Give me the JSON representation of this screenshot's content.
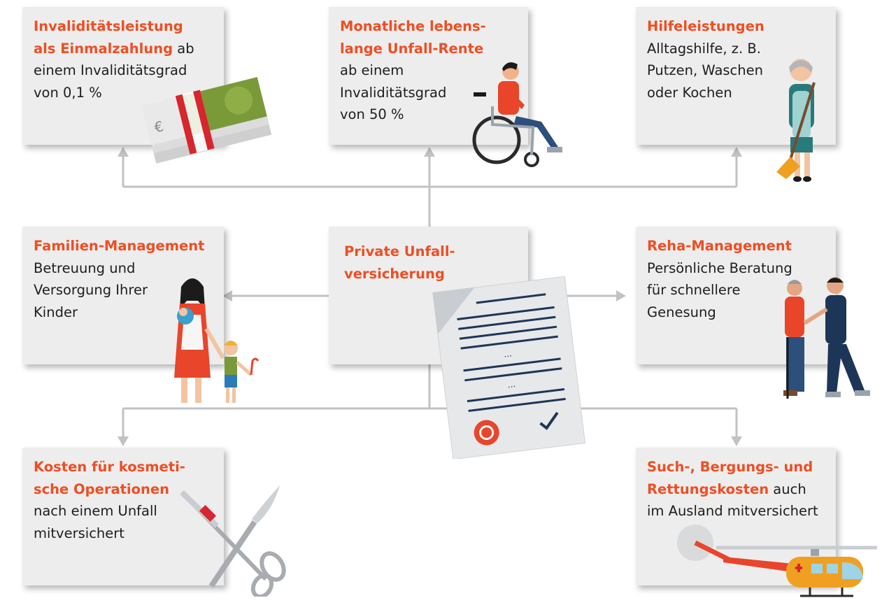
{
  "boxes": {
    "invaliditaet": {
      "highlight": [
        "Invaliditätsleistung",
        "als Einmalzahlung"
      ],
      "text": [
        " ab",
        "einem Invaliditätsgrad",
        "von 0,1 %"
      ]
    },
    "rente": {
      "highlight": [
        "Monatliche lebens-",
        "lange Unfall-Rente"
      ],
      "text": [
        "ab einem",
        "Invaliditätsgrad",
        "von 50 %"
      ]
    },
    "hilfe": {
      "highlight": [
        "Hilfeleistungen"
      ],
      "text": [
        "Alltagshilfe, z. B.",
        "Putzen, Waschen",
        "oder Kochen"
      ]
    },
    "familie": {
      "highlight": [
        "Familien-Management"
      ],
      "text": [
        "Betreuung und",
        "Versorgung Ihrer",
        "Kinder"
      ]
    },
    "center": {
      "highlight": [
        "Private Unfall-",
        "versicherung"
      ]
    },
    "reha": {
      "highlight": [
        "Reha-Management"
      ],
      "text": [
        "Persönliche Beratung",
        "für schnellere",
        "Genesung"
      ]
    },
    "kosmetik": {
      "highlight": [
        "Kosten für kosmeti-",
        "sche Operationen"
      ],
      "text": [
        "nach einem Unfall",
        "mitversichert"
      ]
    },
    "suche": {
      "highlight": [
        "Such-, Bergungs- und",
        "Rettungskosten"
      ],
      "text": [
        " auch",
        "im Ausland mitversichert"
      ]
    }
  },
  "icons": {
    "money": "money-bundle-euro-icon",
    "wheelchair": "wheelchair-person-icon",
    "helper": "elderly-helper-broom-icon",
    "family": "mother-children-icon",
    "document": "insurance-contract-document-icon",
    "rehab": "rehab-walking-assistance-icon",
    "scissors": "scissors-scalpel-icon",
    "helicopter": "rescue-helicopter-icon"
  },
  "currency_symbol": "€",
  "colors": {
    "accent": "#ef4e23",
    "box": "#ededed",
    "connector": "#bdbdbd",
    "text": "#1d1d1b",
    "navy": "#1d3557"
  }
}
